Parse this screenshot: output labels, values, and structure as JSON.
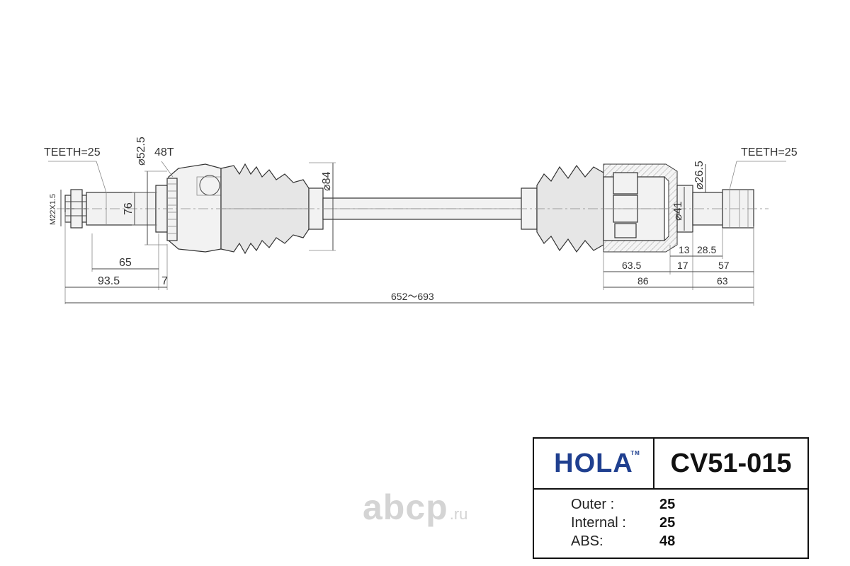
{
  "drawing": {
    "outer_end": {
      "teeth_label": "TEETH=25",
      "thread_label": "M22X1.5",
      "abs_teeth_label": "48T",
      "dia_label_outer": "⌀52.5",
      "dia_label_boot": "⌀84",
      "length_76": "76"
    },
    "inner_end": {
      "teeth_label": "TEETH=25",
      "dia_label_26": "⌀26.5",
      "dia_label_41": "⌀41"
    },
    "dimensions": {
      "d65": "65",
      "d93_5": "93.5",
      "d7": "7",
      "total": "652～693",
      "d13": "13",
      "d28_5": "28.5",
      "d63_5": "63.5",
      "d17": "17",
      "d57": "57",
      "d86": "86",
      "d63": "63"
    }
  },
  "title_block": {
    "brand": "HOLA",
    "brand_tm": "TM",
    "part_number": "CV51-015",
    "specs": [
      {
        "label": "Outer :",
        "value": "25"
      },
      {
        "label": "Internal :",
        "value": "25"
      },
      {
        "label": "ABS:",
        "value": "48"
      }
    ]
  },
  "watermark": {
    "main": "abcp",
    "suffix": ".ru"
  }
}
